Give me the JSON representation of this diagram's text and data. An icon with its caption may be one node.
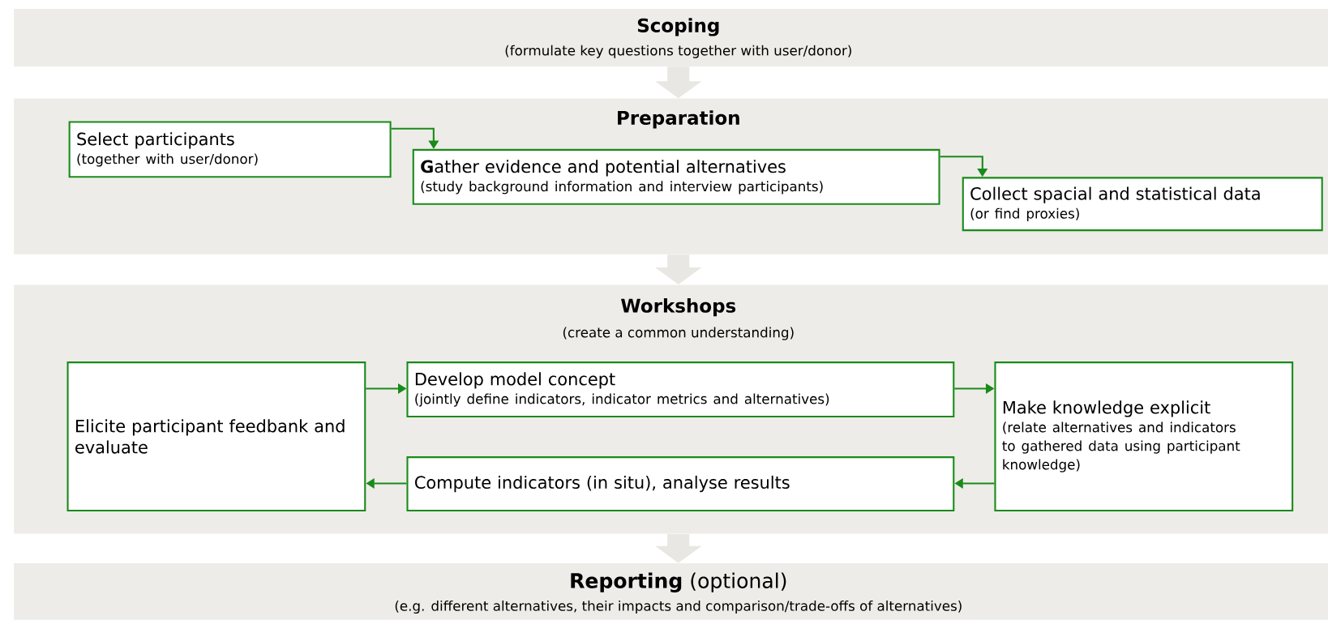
{
  "diagram": {
    "nodes": [
      {
        "text": [
          "Scoping",
          "(formulate key questions together with user/donor)"
        ]
      },
      {
        "text": [
          "Preparation"
        ]
      },
      {
        "text": [
          "Select participants",
          "(together with user/donor)"
        ],
        "in": 1
      },
      {
        "text": [
          "**G**ather evidence and potential alternatives",
          "(study background information and interview participants)"
        ],
        "in": 1
      },
      {
        "text": [
          "Collect spacial and statistical data",
          "(or find proxies)"
        ],
        "in": 1
      },
      {
        "text": [
          "Workshops",
          "(create a common understanding)"
        ]
      },
      {
        "text": [
          "Elicite participant feedbank and evaluate"
        ],
        "in": 5
      },
      {
        "text": [
          "Develop model concept",
          "(jointly define indicators, indicator metrics and alternatives)"
        ],
        "in": 5
      },
      {
        "text": [
          "Make knowledge explicit",
          "(relate alternatives and indicators to gathered data using participant knowledge)"
        ],
        "in": 5
      },
      {
        "text": [
          "Compute indicators (in situ), analyse results"
        ],
        "in": 5
      },
      {
        "text": [
          "**Reporting** (optional)",
          "(e.g. different alternatives, their impacts and comparison/trade-offs of alternatives)"
        ]
      }
    ],
    "edges": [
      {
        "from": 0,
        "to": 1,
        "arrow": "to",
        "style": "thick",
        "color": "#e8e7e3"
      },
      {
        "from": 2,
        "to": 3,
        "arrow": "to"
      },
      {
        "from": 3,
        "to": 4,
        "arrow": "to"
      },
      {
        "from": 1,
        "to": 5,
        "arrow": "to",
        "style": "thick",
        "color": "#e8e7e3"
      },
      {
        "from": 6,
        "to": 7,
        "arrow": "to"
      },
      {
        "from": 7,
        "to": 8,
        "arrow": "to"
      },
      {
        "from": 8,
        "to": 9,
        "arrow": "to"
      },
      {
        "from": 9,
        "to": 6,
        "arrow": "to"
      },
      {
        "from": 5,
        "to": 10,
        "arrow": "to",
        "style": "thick",
        "color": "#e8e7e3"
      }
    ]
  }
}
